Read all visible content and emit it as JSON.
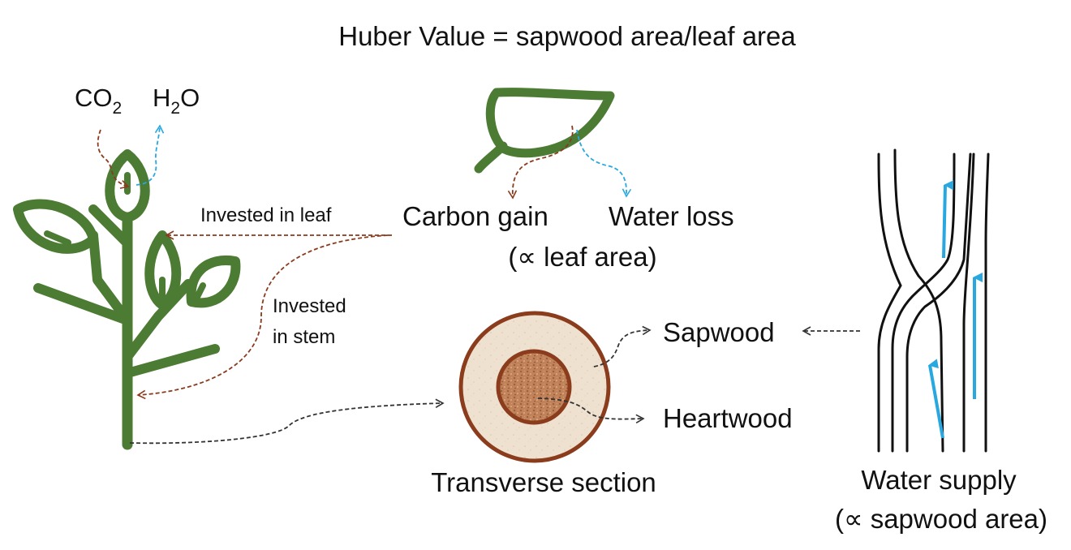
{
  "title": "Huber Value = sapwood area/leaf area",
  "gases": {
    "co2_base": "CO",
    "co2_sub": "2",
    "h2o_h": "H",
    "h2o_sub": "2",
    "h2o_o": "O"
  },
  "investment": {
    "leaf": "Invested in leaf",
    "stem_line1": "Invested",
    "stem_line2": "in stem"
  },
  "leaf_panel": {
    "carbon_gain": "Carbon gain",
    "water_loss": "Water loss",
    "leaf_area_note": "(∝ leaf area)"
  },
  "section": {
    "caption": "Transverse section",
    "sapwood": "Sapwood",
    "heartwood": "Heartwood"
  },
  "xylem": {
    "line1": "Water supply",
    "line2": "(∝ sapwood area)"
  },
  "colors": {
    "plant_green": "#4c7b33",
    "carbon_brown": "#8b3a1d",
    "water_blue": "#29a8e0",
    "neutral_dark": "#333333",
    "sapwood_fill": "#eee1cf",
    "heartwood_fill": "#c0825a",
    "ring_brown": "#8a3c1c"
  }
}
